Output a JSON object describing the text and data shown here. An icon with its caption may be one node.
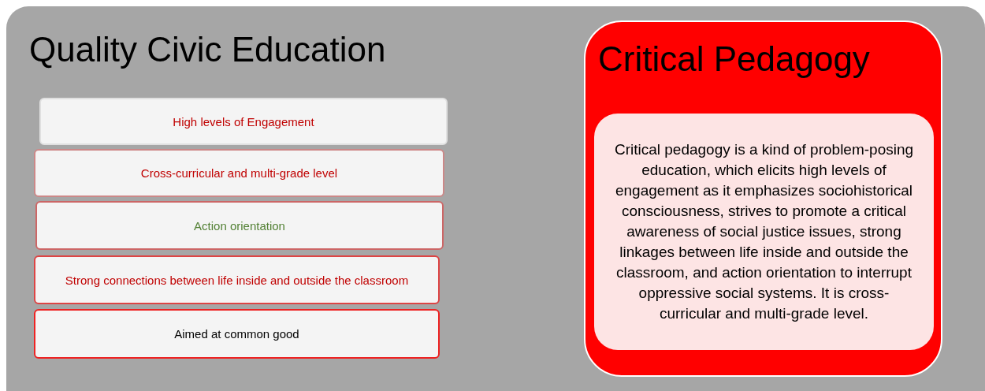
{
  "diagram": {
    "nodes": [
      {
        "text": [
          "Quality Civic Education"
        ]
      },
      {
        "text": [
          "High levels of Engagement"
        ],
        "in": 0
      },
      {
        "text": [
          "Cross-curricular and multi-grade level"
        ],
        "in": 0
      },
      {
        "text": [
          "Action orientation"
        ],
        "in": 0
      },
      {
        "text": [
          "Strong connections between life inside and outside the classroom"
        ],
        "in": 0
      },
      {
        "text": [
          "Aimed at common good"
        ],
        "in": 0
      },
      {
        "text": [
          "Critical Pedagogy"
        ],
        "in": 0
      },
      {
        "text": [
          "Critical pedagogy is a kind of problem-posing education, which elicits high levels of engagement as it emphasizes sociohistorical consciousness, strives to promote a critical awareness of social justice issues, strong linkages between life inside and outside the classroom, and action orientation to interrupt oppressive social systems. It is cross-curricular and multi-grade level."
        ],
        "in": 6
      }
    ]
  }
}
